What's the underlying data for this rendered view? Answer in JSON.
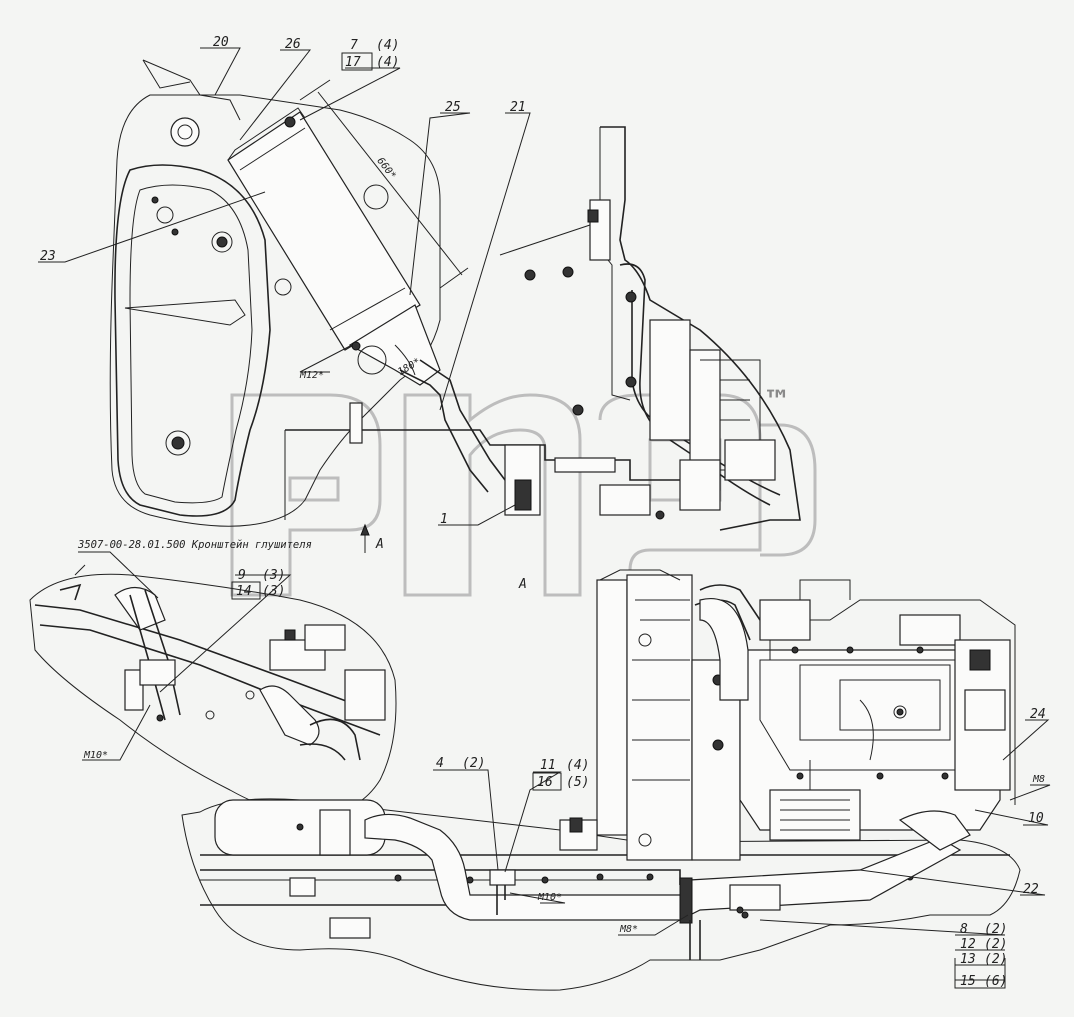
{
  "watermark": {
    "symbol": "™"
  },
  "page_header": "",
  "caption_main": "3507-00-28.01.500 Кронштейн глушителя",
  "view_marker": "A",
  "view_marker_2": "A",
  "dims": {
    "d660": "660*",
    "d180": "180*"
  },
  "threads": {
    "m12": "M12*",
    "m10_left": "M10*",
    "m10_bottom": "M10*",
    "m8_right": "M8",
    "m8_bottom": "M8*"
  },
  "callouts": {
    "c20": "20",
    "c26": "26",
    "c7": "7",
    "c7q": "(4)",
    "c17": "17",
    "c17q": "(4)",
    "c25": "25",
    "c21": "21",
    "c23": "23",
    "c1": "1",
    "c9": "9",
    "c9q": "(3)",
    "c14": "14",
    "c14q": "(3)",
    "c4": "4",
    "c4q": "(2)",
    "c11": "11",
    "c11q": "(4)",
    "c16": "16",
    "c16q": "(5)",
    "c24": "24",
    "c10": "10",
    "c22": "22",
    "c8": "8",
    "c8q": "(2)",
    "c12": "12",
    "c12q": "(2)",
    "c13": "13",
    "c13q": "(2)",
    "c15": "15",
    "c15q": "(6)"
  }
}
